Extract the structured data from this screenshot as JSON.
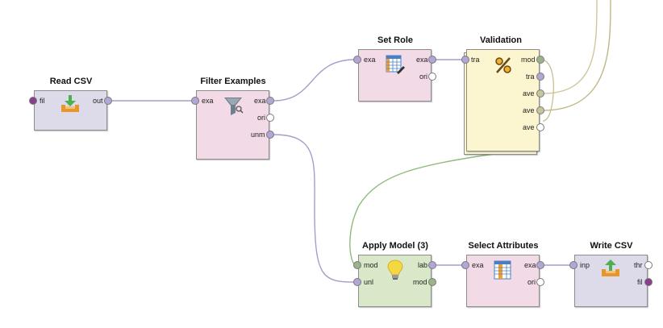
{
  "colors": {
    "canvas_bg": "#ffffff",
    "data_access_op": "#dddbea",
    "blending_op": "#f2dbe6",
    "modeling_op": "#d8e8c8",
    "validation_op": "#fbf6d0",
    "example_wire": "#a99cc9",
    "model_wire": "#8fbc7e",
    "performance_wire": "#c9c08a",
    "port_example": "#b2a6d6",
    "port_model": "#9ab48a",
    "port_performance": "#c5c79a",
    "port_file": "#8a3c8f",
    "port_empty": "#ffffff"
  },
  "operators": {
    "read_csv": {
      "title": "Read CSV",
      "icon": "download-icon",
      "inputs": [
        "fil"
      ],
      "outputs": [
        "out"
      ]
    },
    "filter_examples": {
      "title": "Filter Examples",
      "icon": "funnel-icon",
      "inputs": [
        "exa"
      ],
      "outputs": [
        "exa",
        "ori",
        "unm"
      ]
    },
    "set_role": {
      "title": "Set Role",
      "icon": "table-edit-icon",
      "inputs": [
        "exa"
      ],
      "outputs": [
        "exa",
        "ori"
      ]
    },
    "validation": {
      "title": "Validation",
      "icon": "percent-icon",
      "inputs": [
        "tra"
      ],
      "outputs": [
        "mod",
        "tra",
        "ave",
        "ave",
        "ave"
      ]
    },
    "apply_model": {
      "title": "Apply Model (3)",
      "icon": "lightbulb-icon",
      "inputs": [
        "mod",
        "unl"
      ],
      "outputs": [
        "lab",
        "mod"
      ]
    },
    "select_attributes": {
      "title": "Select Attributes",
      "icon": "table-columns-icon",
      "inputs": [
        "exa"
      ],
      "outputs": [
        "exa",
        "ori"
      ]
    },
    "write_csv": {
      "title": "Write CSV",
      "icon": "upload-icon",
      "inputs": [
        "inp"
      ],
      "outputs": [
        "thr",
        "fil"
      ]
    }
  }
}
